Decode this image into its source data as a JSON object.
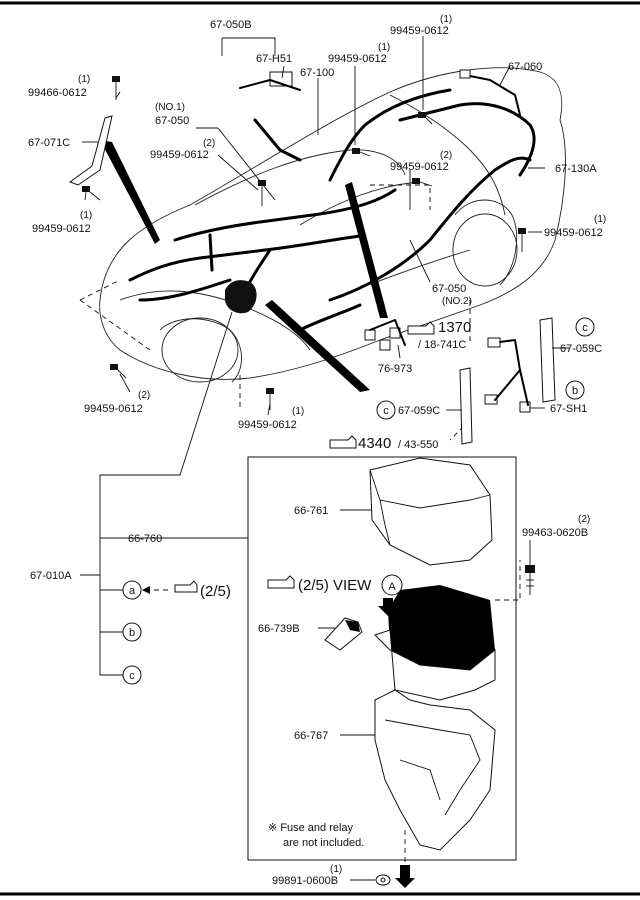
{
  "labels": {
    "p67_050B": "67-050B",
    "p67_H51": "67-H51",
    "p99459_0612": "99459-0612",
    "p67_100": "67-100",
    "p67_060": "67-060",
    "p99466_0612": "99466-0612",
    "p67_071C": "67-071C",
    "p67_050": "67-050",
    "p67_130A": "67-130A",
    "p1370": "1370",
    "p18_741C": "/ 18-741C",
    "p76_973": "76-973",
    "p67_059C": "67-059C",
    "p67_SH1": "67-SH1",
    "p4340": "4340",
    "p43_550": "/ 43-550",
    "p66_761": "66-761",
    "p99463_0620B": "99463-0620B",
    "p66_760": "66-760",
    "p67_010A": "67-010A",
    "p25": "(2/5)",
    "view": "(2/5)  VIEW",
    "p66_739B": "66-739B",
    "p66_767": "66-767",
    "p99891_0600B": "99891-0600B",
    "note_line1": "※ Fuse and relay",
    "note_line2": "are not included."
  },
  "qty": {
    "q1": "(1)",
    "q2": "(2)"
  },
  "callouts": {
    "no1": "(NO.1)",
    "no2": "(NO.2)"
  },
  "circles": {
    "a": "a",
    "b": "b",
    "c": "c",
    "A": "A"
  }
}
